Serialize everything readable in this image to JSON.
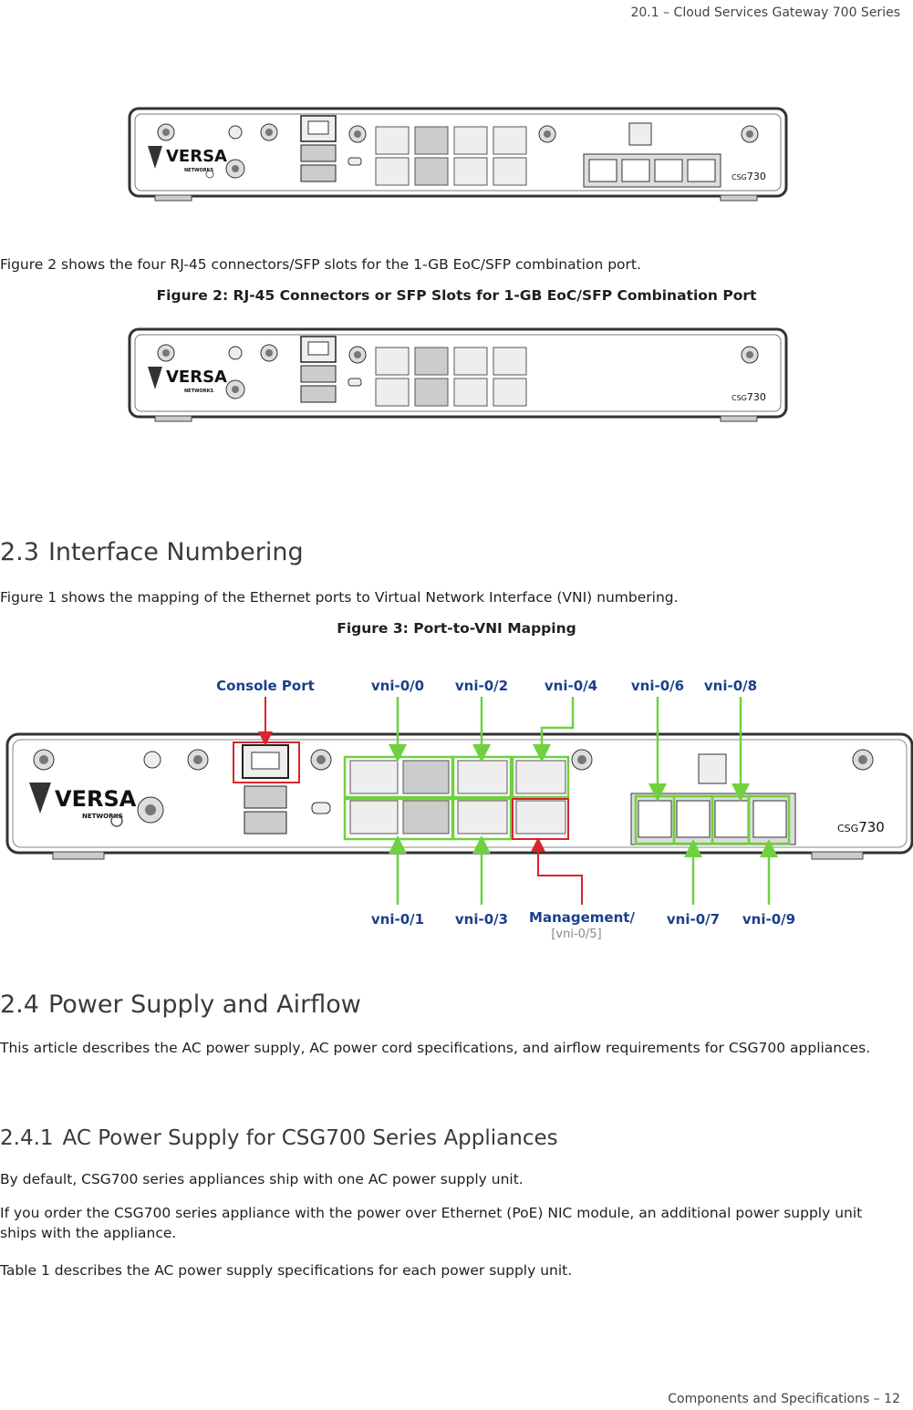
{
  "header": {
    "text": "20.1  –  Cloud Services Gateway 700 Series"
  },
  "device": {
    "brand": "VERSA",
    "brand_sub": "NETWORKS",
    "model_prefix": "CSG",
    "model_number": "730"
  },
  "para_fig2_intro": "Figure 2 shows the four RJ-45 connectors/SFP slots for the 1-GB EoC/SFP combination port.",
  "fig2_caption": "Figure 2: RJ-45 Connectors or SFP Slots for 1-GB EoC/SFP Combination Port",
  "section_2_3": {
    "number": "2.3",
    "title": "Interface Numbering"
  },
  "para_2_3": "Figure 1 shows the mapping of the Ethernet ports to Virtual Network Interface (VNI) numbering.",
  "fig3_caption": "Figure 3: Port-to-VNI Mapping",
  "fig3_labels": {
    "console": "Console Port",
    "vni_0_0": "vni-0/0",
    "vni_0_2": "vni-0/2",
    "vni_0_4": "vni-0/4",
    "vni_0_6": "vni-0/6",
    "vni_0_8": "vni-0/8",
    "vni_0_1": "vni-0/1",
    "vni_0_3": "vni-0/3",
    "management": "Management/",
    "management_sub": "[vni-0/5]",
    "vni_0_7": "vni-0/7",
    "vni_0_9": "vni-0/9"
  },
  "fig3_colors": {
    "label": "#1c3f8c",
    "green": "#6fd13f",
    "red": "#d9252b",
    "gray": "#888888"
  },
  "section_2_4": {
    "number": "2.4",
    "title": "Power Supply and Airflow"
  },
  "para_2_4": "This article describes the AC power supply, AC power cord specifications, and airflow requirements for CSG700 appliances.",
  "section_2_4_1": {
    "number": "2.4.1",
    "title": "AC Power Supply for CSG700 Series Appliances"
  },
  "para_2_4_1_a": "By default, CSG700 series appliances ship with one AC power supply unit.",
  "para_2_4_1_b": "If you order the CSG700 series appliance with the power over Ethernet (PoE) NIC module, an additional power supply unit ships with the appliance.",
  "para_2_4_1_c": "Table 1 describes the AC power supply specifications for each power supply unit.",
  "footer": {
    "text": "Components and Specifications –  12"
  }
}
